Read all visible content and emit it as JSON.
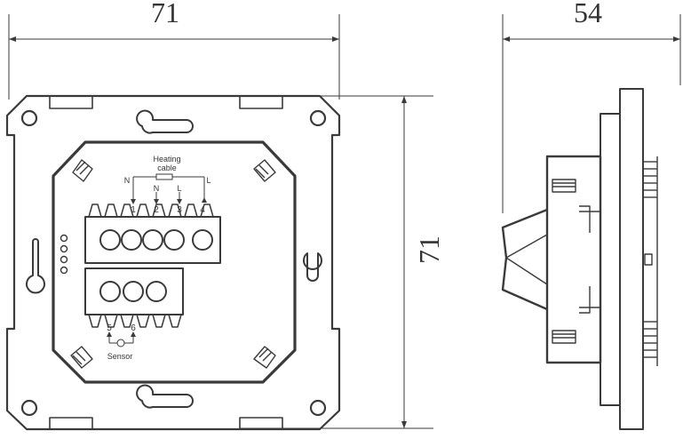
{
  "dimensions": {
    "front_width": "71",
    "height": "71",
    "depth": "54"
  },
  "terminal_labels": {
    "heating_cable_line1": "Heating",
    "heating_cable_line2": "cable",
    "n_top": "N",
    "l_top": "L",
    "n_mid": "N",
    "l_mid": "L",
    "t1": "1",
    "t2": "2",
    "t3": "3",
    "t4": "4",
    "t5": "5",
    "t6": "6",
    "sensor": "Sensor"
  },
  "colors": {
    "stroke": "#3a3a3a",
    "background": "#ffffff"
  }
}
